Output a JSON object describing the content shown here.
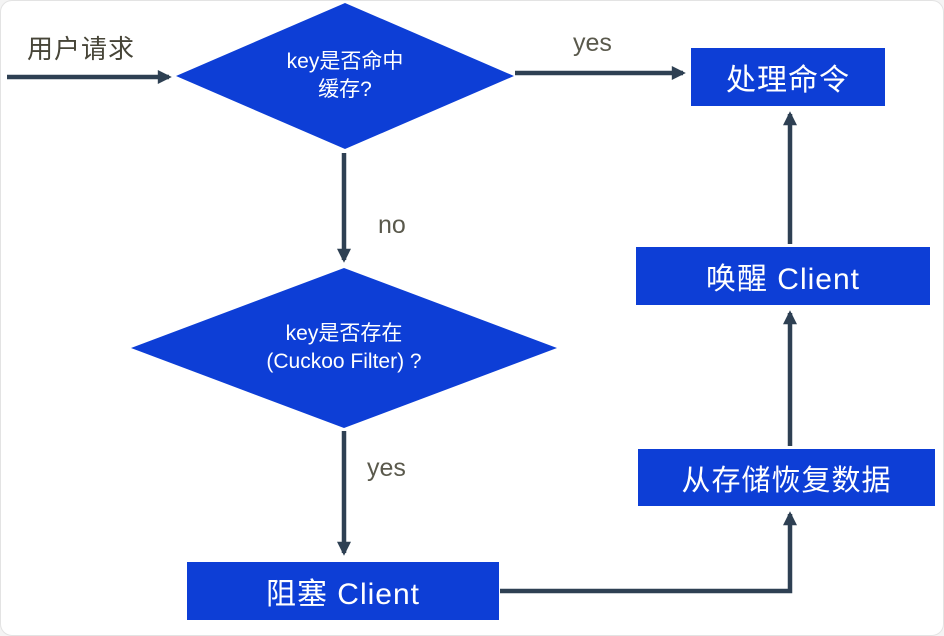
{
  "colors": {
    "node_fill": "#0d3ed6",
    "node_text": "#ffffff",
    "arrow": "#2e4053",
    "edge_label": "#5a594c",
    "start_label": "#474538",
    "background": "#ffffff"
  },
  "flowchart": {
    "start_label": "用户请求",
    "decision_cache_hit": {
      "line1": "key是否命中",
      "line2": "缓存?"
    },
    "decision_key_exists": {
      "line1": "key是否存在",
      "line2": "(Cuckoo Filter) ?"
    },
    "process_command": "处理命令",
    "wake_client": "唤醒 Client",
    "restore_from_storage": "从存储恢复数据",
    "block_client": "阻塞 Client",
    "edge_labels": {
      "cache_yes": "yes",
      "cache_no": "no",
      "exists_yes": "yes"
    }
  }
}
